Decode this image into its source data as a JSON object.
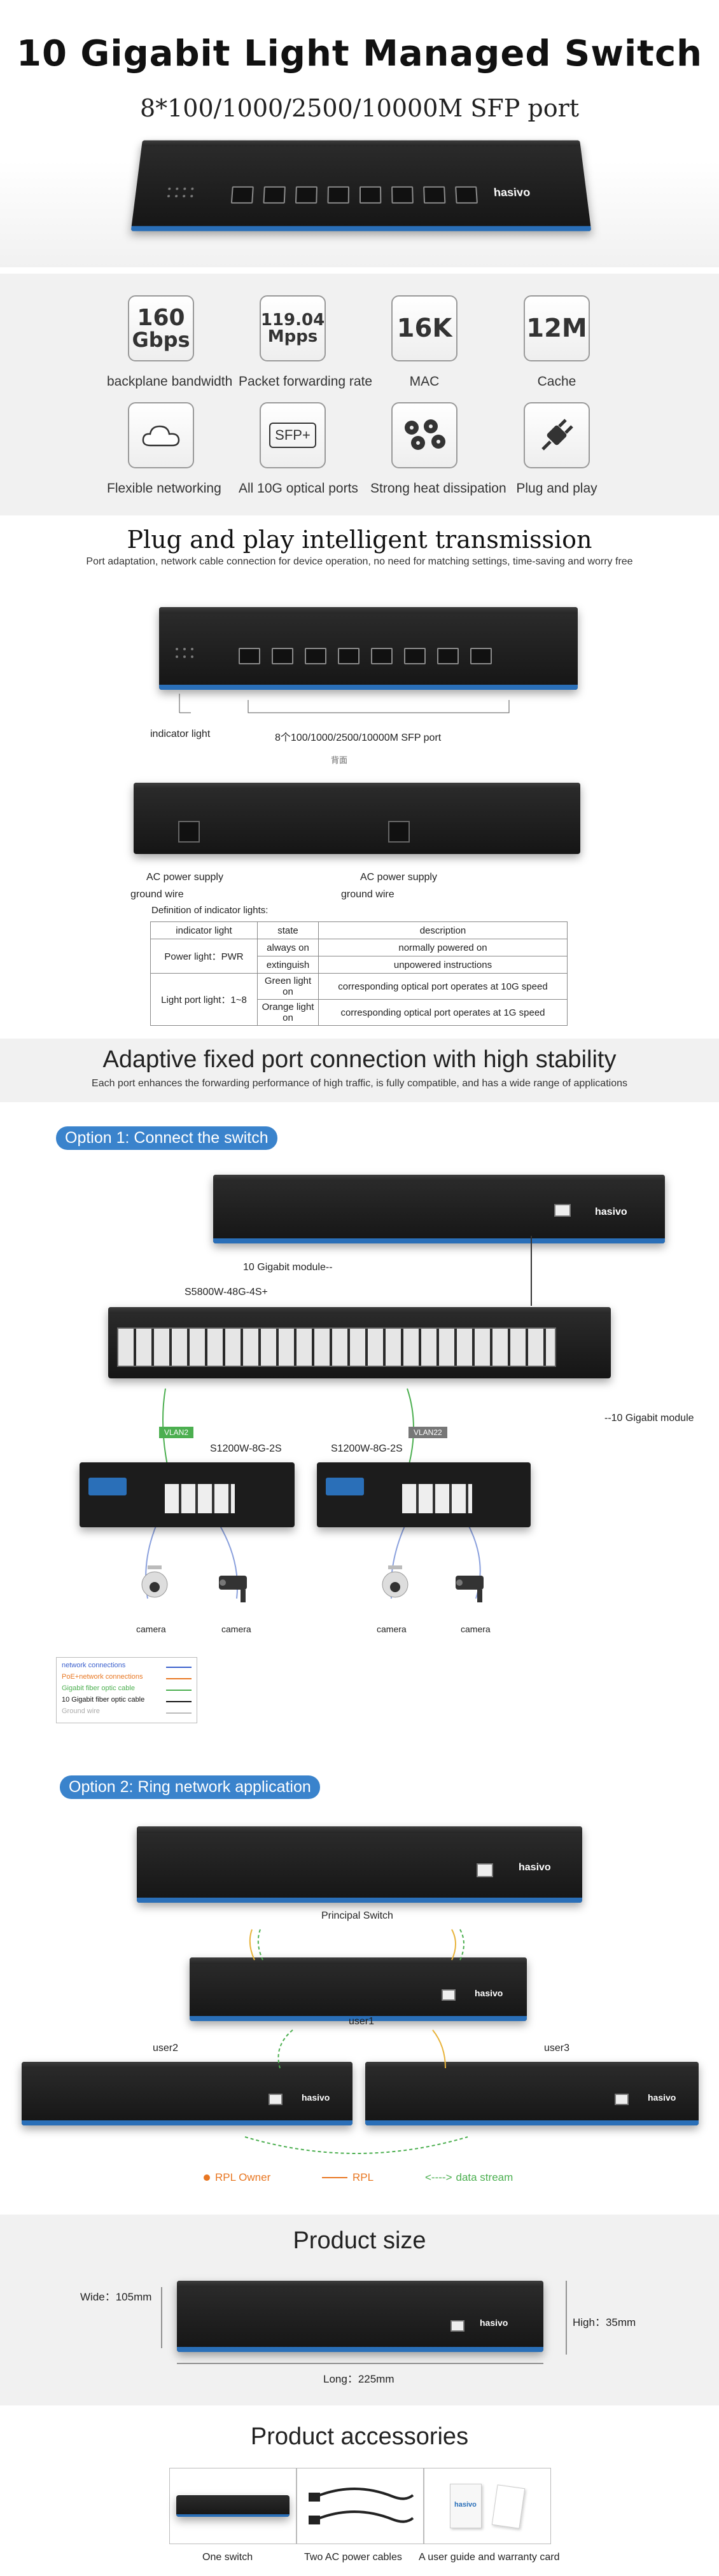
{
  "header": {
    "title": "10 Gigabit Light Managed Switch",
    "subtitle": "8*100/1000/2500/10000M SFP port",
    "brand": "hasivo"
  },
  "features": [
    {
      "big": "160",
      "small": "Gbps",
      "label": "backplane bandwidth"
    },
    {
      "big": "119.04",
      "small": "Mpps",
      "label": "Packet forwarding rate"
    },
    {
      "big": "16K",
      "small": "",
      "label": "MAC"
    },
    {
      "big": "12M",
      "small": "",
      "label": "Cache"
    },
    {
      "icon": "cloud-icon",
      "label": "Flexible networking"
    },
    {
      "icon": "SFP+",
      "label": "All 10G optical ports"
    },
    {
      "icon": "fan-icon",
      "label": "Strong heat dissipation"
    },
    {
      "icon": "plug-icon",
      "label": "Plug and play"
    }
  ],
  "plug": {
    "title": "Plug and play intelligent transmission",
    "subtitle": "Port adaptation, network cable connection for device operation, no need for matching settings, time-saving and worry free",
    "front_label_1": "indicator light",
    "front_label_2": "8个100/1000/2500/10000M SFP port",
    "back_caption": "背面",
    "ac_label": "AC power supply",
    "ground_label": "ground wire",
    "definition": "Definition of indicator lights:",
    "table_headers": [
      "indicator light",
      "state",
      "description"
    ],
    "power_label": "Power light：PWR",
    "light_label": "Light port light：1~8",
    "rows": [
      [
        "always on",
        "normally powered on"
      ],
      [
        "extinguish",
        "unpowered instructions"
      ],
      [
        "Green light on",
        "corresponding optical port operates at 10G speed"
      ],
      [
        "Orange light on",
        "corresponding optical port operates at 1G speed"
      ]
    ]
  },
  "adaptive": {
    "title": "Adaptive fixed port connection with high stability",
    "subtitle": "Each port enhances the forwarding performance of high traffic, is fully compatible, and has a wide range of applications"
  },
  "option1": {
    "pill": "Option 1: Connect the switch",
    "module_label": "10 Gigabit module--",
    "core_label": "S5800W-48G-4S+",
    "module_label_2": "--10 Gigabit module",
    "vlan1": "VLAN2",
    "vlan2": "VLAN22",
    "access_1": "S1200W-8G-2S",
    "access_2": "S1200W-8G-2S",
    "camera": "camera",
    "legend": [
      {
        "text": "network connections",
        "color": "#3a5fcc"
      },
      {
        "text": "PoE+network connections",
        "color": "#e87722"
      },
      {
        "text": "Gigabit fiber optic cable",
        "color": "#4caf50"
      },
      {
        "text": "10 Gigabit fiber optic cable",
        "color": "#111111"
      },
      {
        "text": "Ground wire",
        "color": "#bbbbbb"
      }
    ]
  },
  "option2": {
    "pill": "Option 2: Ring network application",
    "principal": "Principal Switch",
    "user1": "user1",
    "user2": "user2",
    "user3": "user3",
    "legend_owner": "RPL Owner",
    "legend_rpl": "RPL",
    "legend_stream": "data stream",
    "colors": {
      "owner": "#e87722",
      "rpl": "#e87722",
      "stream": "#4caf50"
    }
  },
  "size": {
    "title": "Product size",
    "width": "Wide：105mm",
    "high": "High：35mm",
    "long": "Long：225mm"
  },
  "accessories": {
    "title": "Product accessories",
    "items": [
      "One switch",
      "Two AC power cables",
      "A user guide and warranty card"
    ]
  }
}
